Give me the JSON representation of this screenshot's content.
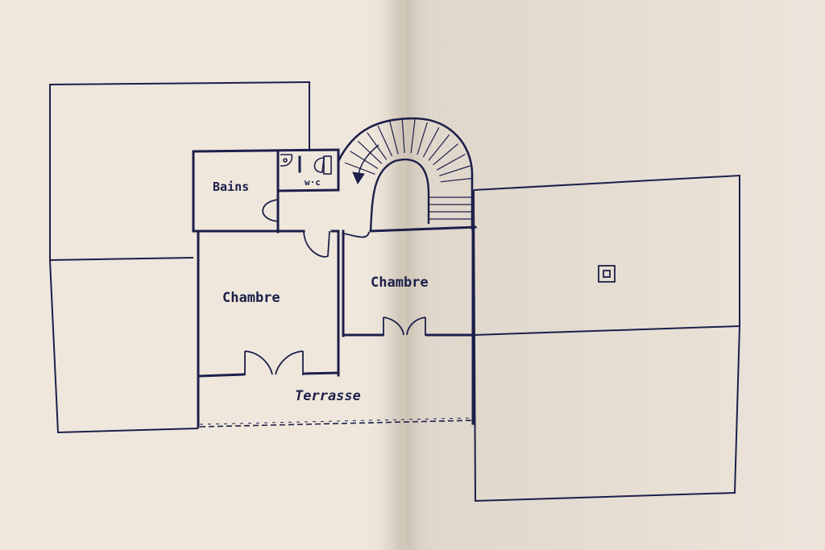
{
  "labels": {
    "bains": "Bains",
    "wc": "w·c",
    "chambre_left": "Chambre",
    "chambre_right": "Chambre",
    "terrasse": "Terrasse"
  },
  "colors": {
    "paper": "#efe7dc",
    "ink": "#1c1f4a",
    "hatch": "#3b3f63",
    "fold_shadow": "#c9bfb2"
  },
  "icons": {
    "staircase": "spiral-staircase-icon",
    "toilet": "toilet-icon",
    "washbasin": "washbasin-icon",
    "chimney": "chimney-icon"
  }
}
